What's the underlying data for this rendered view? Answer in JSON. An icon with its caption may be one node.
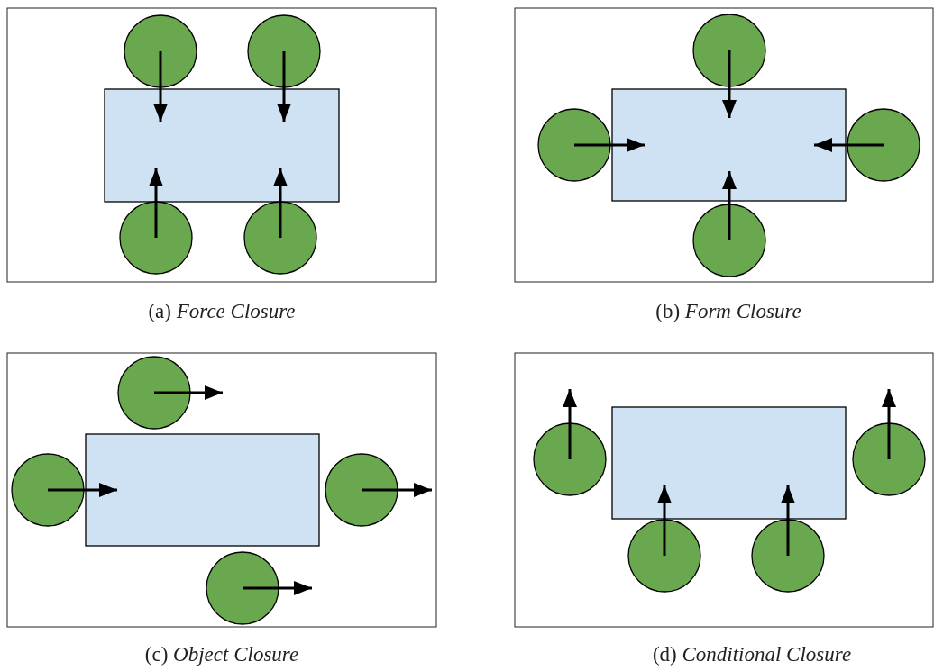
{
  "diagram": {
    "labels": [
      "(a) *Force Closure*",
      "(b) *Form Closure*",
      "(c) *Object Closure*",
      "(d) *Conditional Closure*"
    ]
  }
}
